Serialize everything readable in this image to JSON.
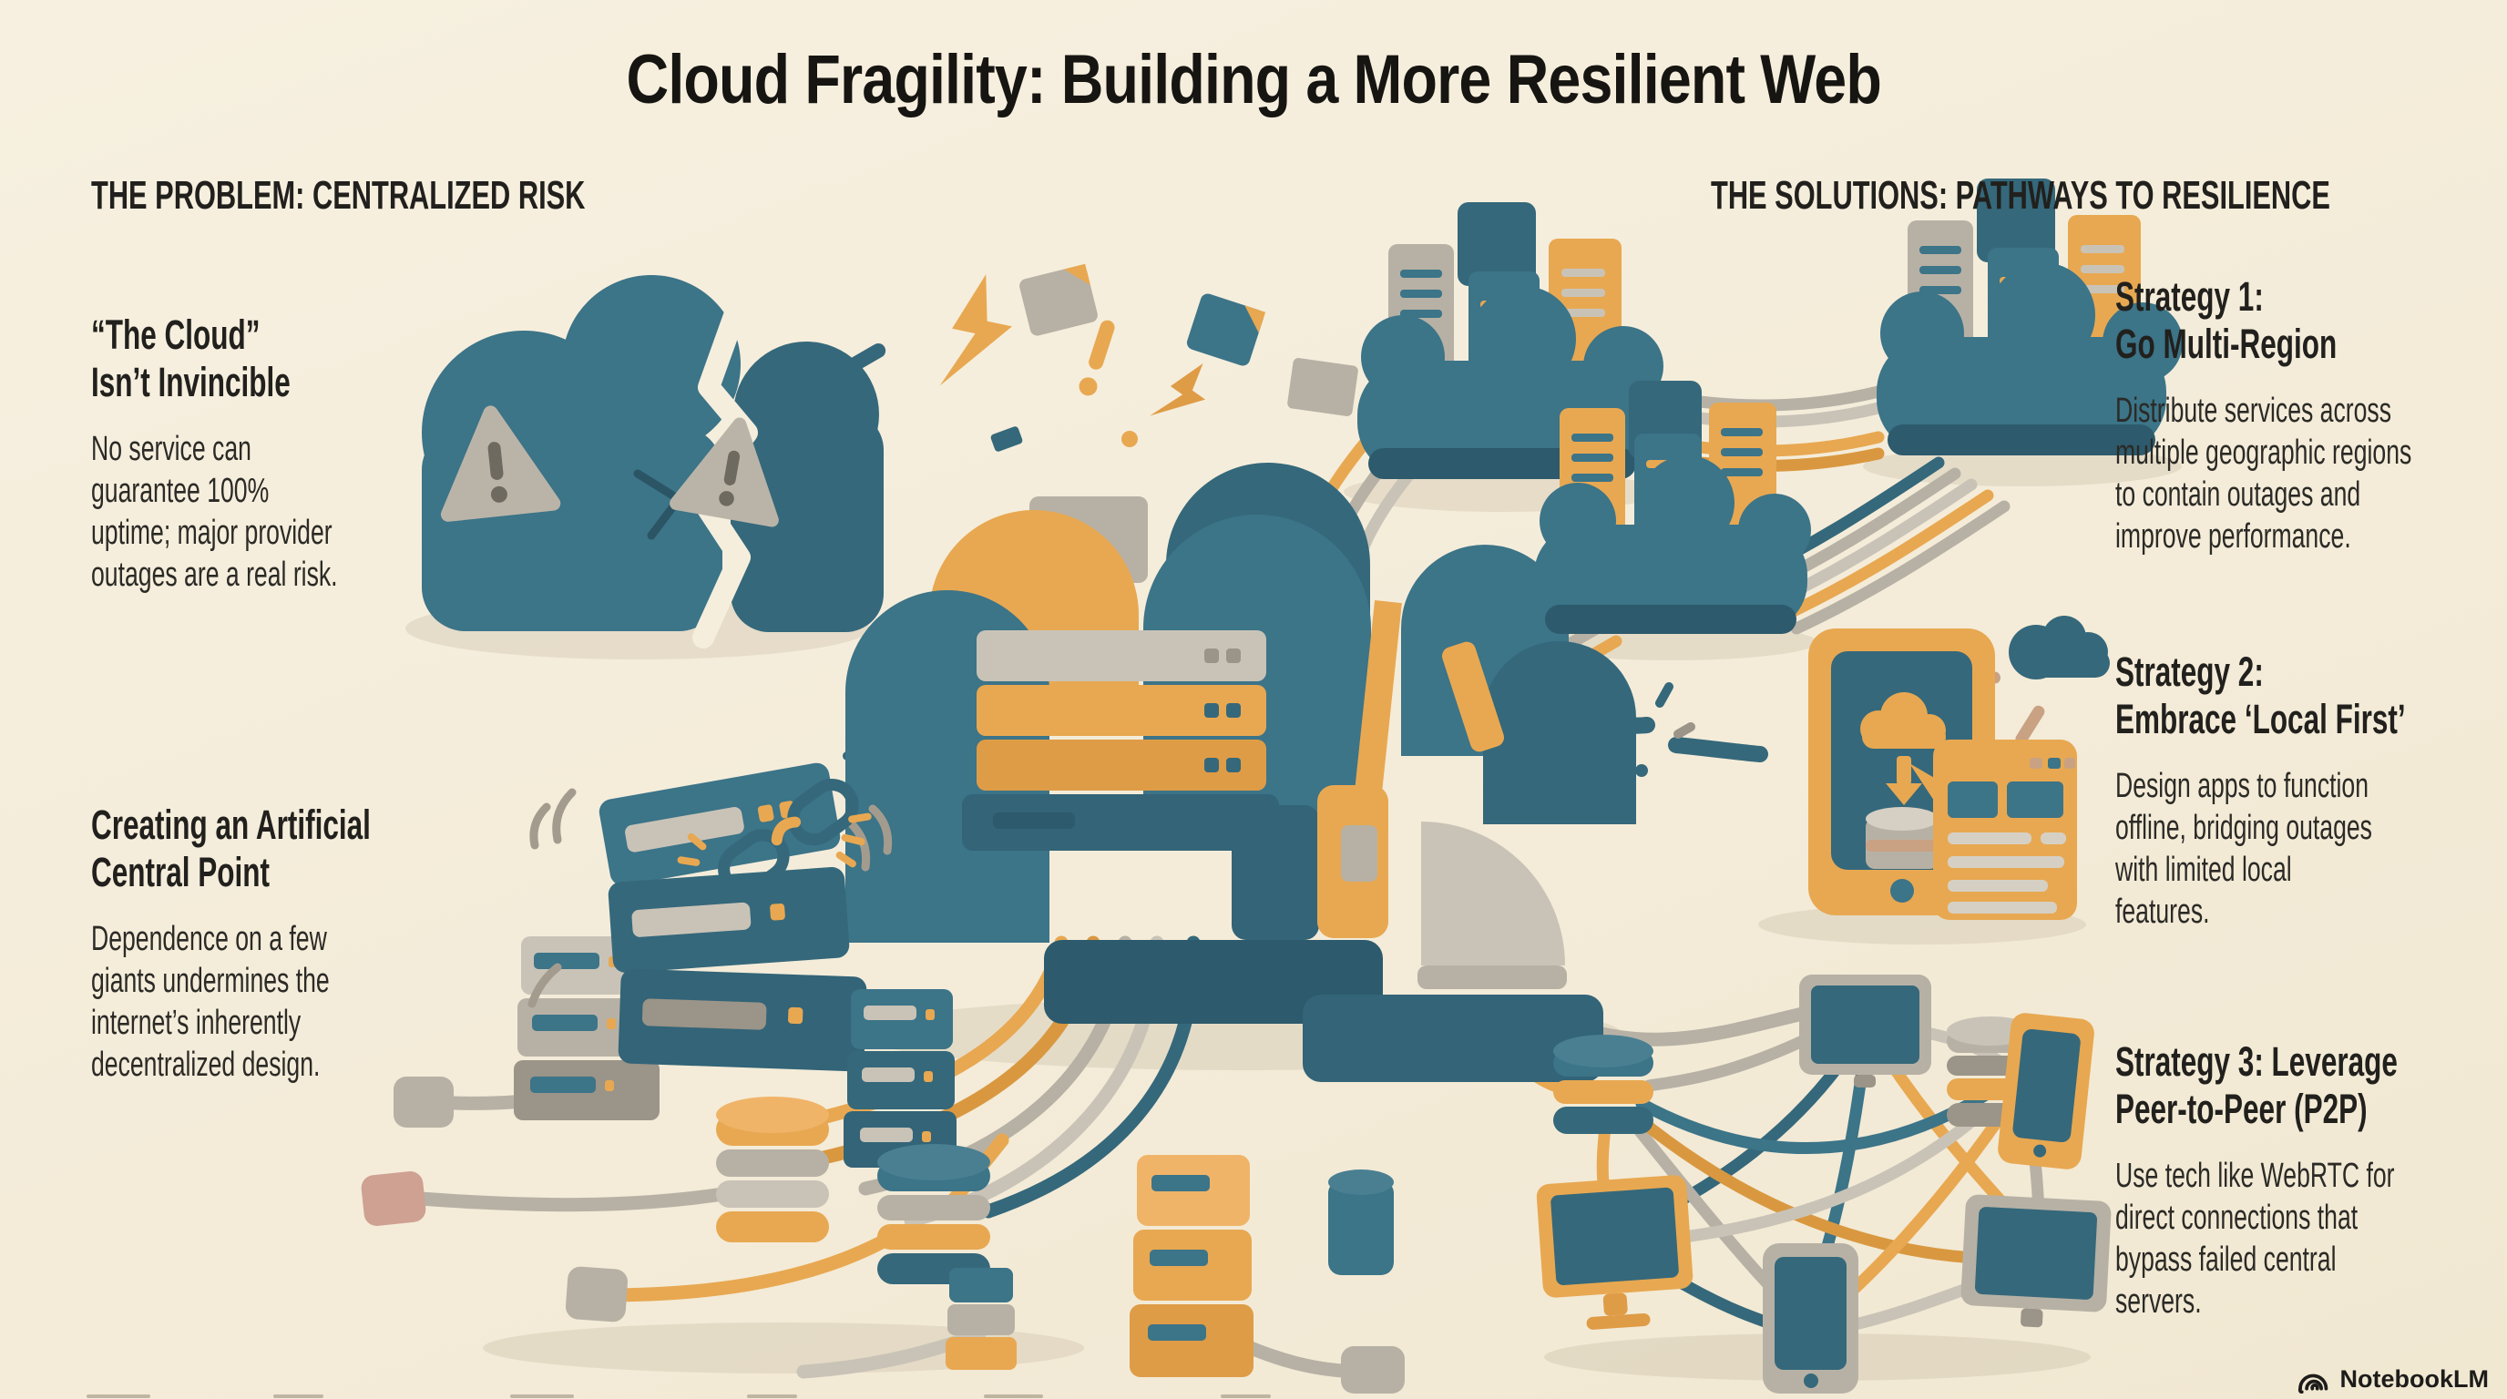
{
  "title": "Cloud Fragility: Building a More Resilient Web",
  "brand": {
    "name": "NotebookLM"
  },
  "palette": {
    "background": "#f4ecd9",
    "ink": "#1d1c1a",
    "teal": "#3c7488",
    "teal_dark": "#35687b",
    "orange": "#e8a851",
    "gray": "#b7b1a5",
    "cream": "#f5eedd",
    "pink": "#cfa193"
  },
  "problem": {
    "header": "THE PROBLEM: CENTRALIZED RISK",
    "items": [
      {
        "id": "cloud-not-invincible",
        "heading_lines": [
          "“The Cloud”",
          "Isn’t Invincible"
        ],
        "body_lines": [
          "No service can",
          "guarantee 100%",
          "uptime; major provider",
          "outages are a real risk."
        ]
      },
      {
        "id": "artificial-central-point",
        "heading_lines": [
          "Creating an Artificial",
          "Central Point"
        ],
        "body_lines": [
          "Dependence on a few",
          "giants undermines the",
          "internet’s inherently",
          "decentralized design."
        ]
      }
    ]
  },
  "solutions": {
    "header": "THE SOLUTIONS: PATHWAYS TO RESILIENCE",
    "items": [
      {
        "id": "multi-region",
        "heading_lines": [
          "Strategy 1:",
          "Go Multi-Region"
        ],
        "body_lines": [
          "Distribute services across",
          "multiple geographic regions",
          "to contain outages and",
          "improve performance."
        ]
      },
      {
        "id": "local-first",
        "heading_lines": [
          "Strategy 2:",
          "Embrace ‘Local First’"
        ],
        "body_lines": [
          "Design apps to function",
          "offline, bridging outages",
          "with limited local",
          "features."
        ]
      },
      {
        "id": "p2p",
        "heading_lines": [
          "Strategy 3: Leverage",
          "Peer-to-Peer (P2P)"
        ],
        "body_lines": [
          "Use tech like WebRTC for",
          "direct connections that",
          "bypass failed central",
          "servers."
        ]
      }
    ]
  },
  "illustration": {
    "broken_cloud": "cracked teal cloud with warning triangles, lightning bolts and debris",
    "central_cloud": "monolithic cloud assembled from server blocks and cables",
    "central_point_servers": "toppling central server stack with broken chain link and satellite databases",
    "multi_region": "three teal cloud regions hosting server racks linked by cable bundles",
    "local_first": "tablet syncing a cloud to a local database beside an offline app card and disconnected cloud",
    "p2p_mesh": "monitors, phones, tablets and databases wired directly in a mesh",
    "notebooklm_logo": "NotebookLM arc logo and wordmark"
  }
}
